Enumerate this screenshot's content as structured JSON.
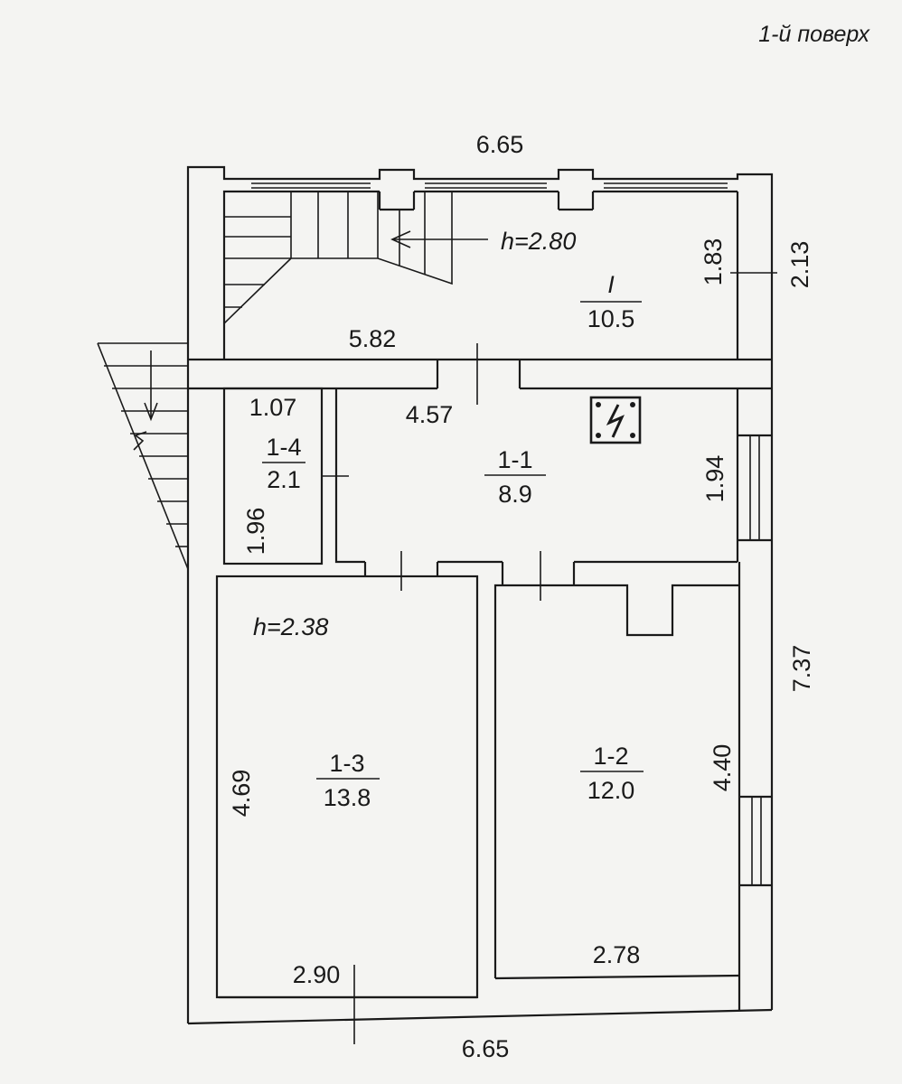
{
  "title": "1-й поверх",
  "heights": {
    "upper": "h=2.80",
    "lower": "h=2.38"
  },
  "rooms": [
    {
      "id": "I",
      "area": "10.5"
    },
    {
      "id": "1-1",
      "area": "8.9"
    },
    {
      "id": "1-2",
      "area": "12.0"
    },
    {
      "id": "1-3",
      "area": "13.8"
    },
    {
      "id": "1-4",
      "area": "2.1"
    }
  ],
  "dimensions": {
    "top_width": "6.65",
    "bottom_width": "6.65",
    "right_upper": "2.13",
    "right_lower": "7.37",
    "room_I_width": "5.82",
    "room_I_depth": "1.83",
    "room_1_1_width": "4.57",
    "room_1_1_depth": "1.94",
    "room_1_4_width": "1.07",
    "room_1_4_depth": "1.96",
    "room_1_3_depth": "4.69",
    "room_1_3_width": "2.90",
    "room_1_2_depth": "4.40",
    "room_1_2_width": "2.78"
  },
  "icons": [
    "electrical-panel-icon",
    "staircase-icon",
    "entrance-arrow-icon"
  ]
}
